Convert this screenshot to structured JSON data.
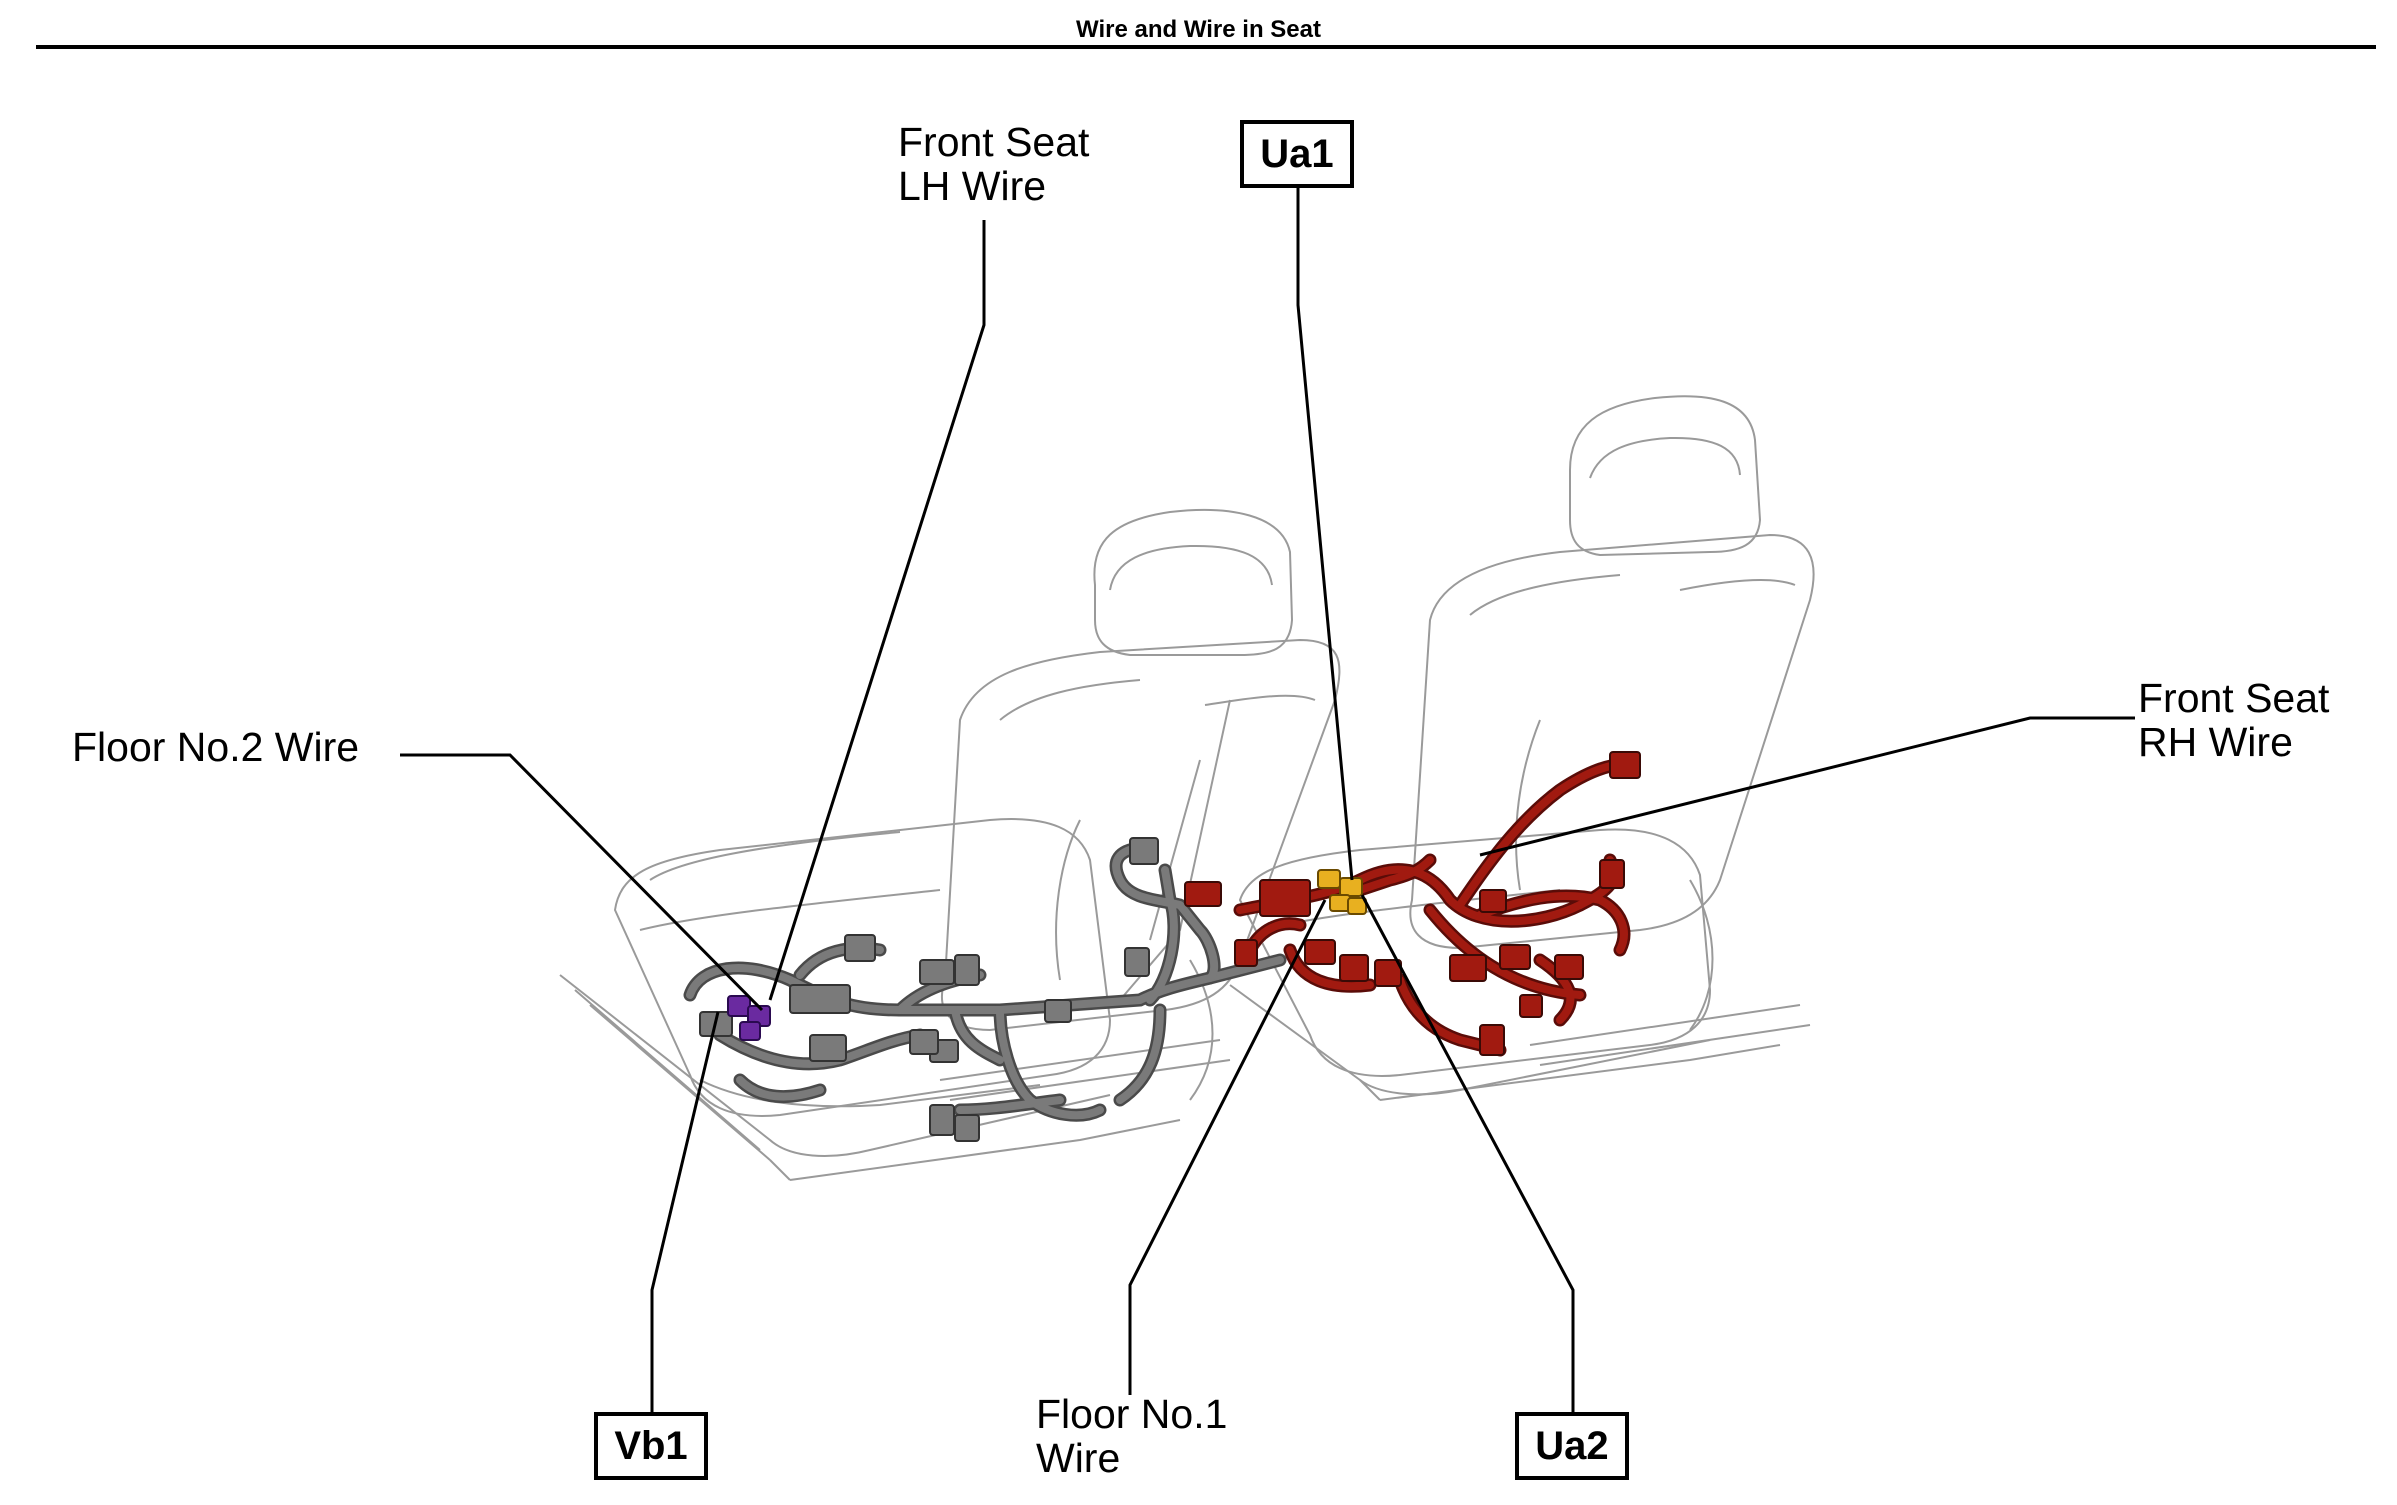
{
  "page": {
    "title": "Wire and Wire in Seat"
  },
  "labels": {
    "front_seat_lh": [
      "Front Seat",
      "LH Wire"
    ],
    "front_seat_rh": [
      "Front Seat",
      "RH Wire"
    ],
    "floor_no2": "Floor No.2 Wire",
    "floor_no1": [
      "Floor No.1",
      "Wire"
    ]
  },
  "connectors": {
    "ua1": "Ua1",
    "ua2": "Ua2",
    "vb1": "Vb1"
  },
  "colors": {
    "lh_harness": "#7a7a7a",
    "rh_harness": "#a11a10",
    "vb1_connector": "#6a2aa0",
    "ua_connector": "#e8b020",
    "seat_outline": "#9a9a9a"
  }
}
